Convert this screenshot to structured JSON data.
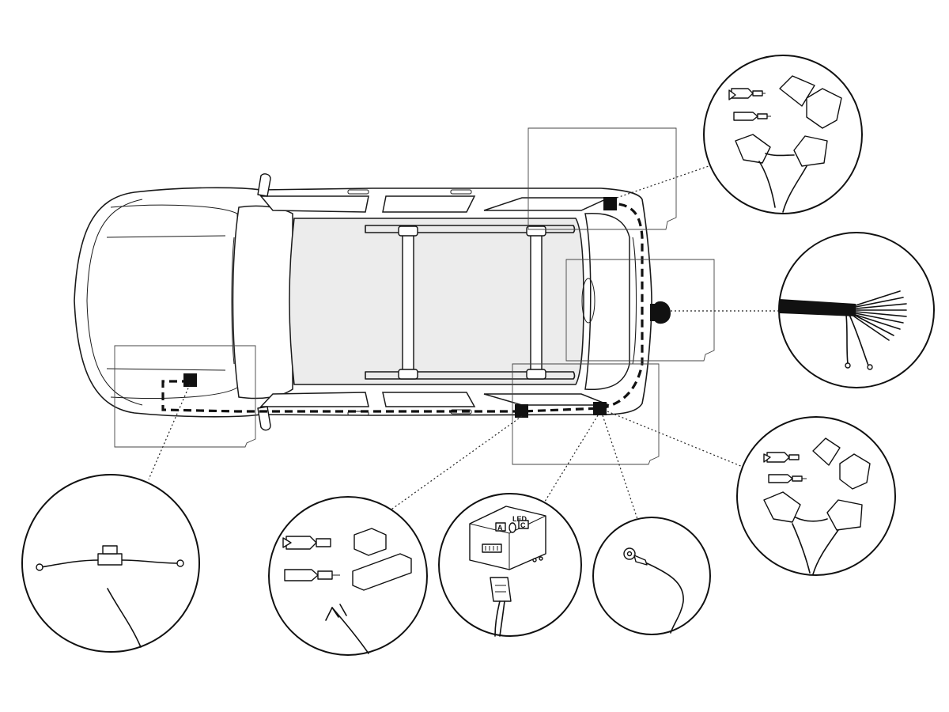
{
  "diagram": {
    "module_label": "LED",
    "module_indicators": [
      "A",
      "C"
    ]
  }
}
